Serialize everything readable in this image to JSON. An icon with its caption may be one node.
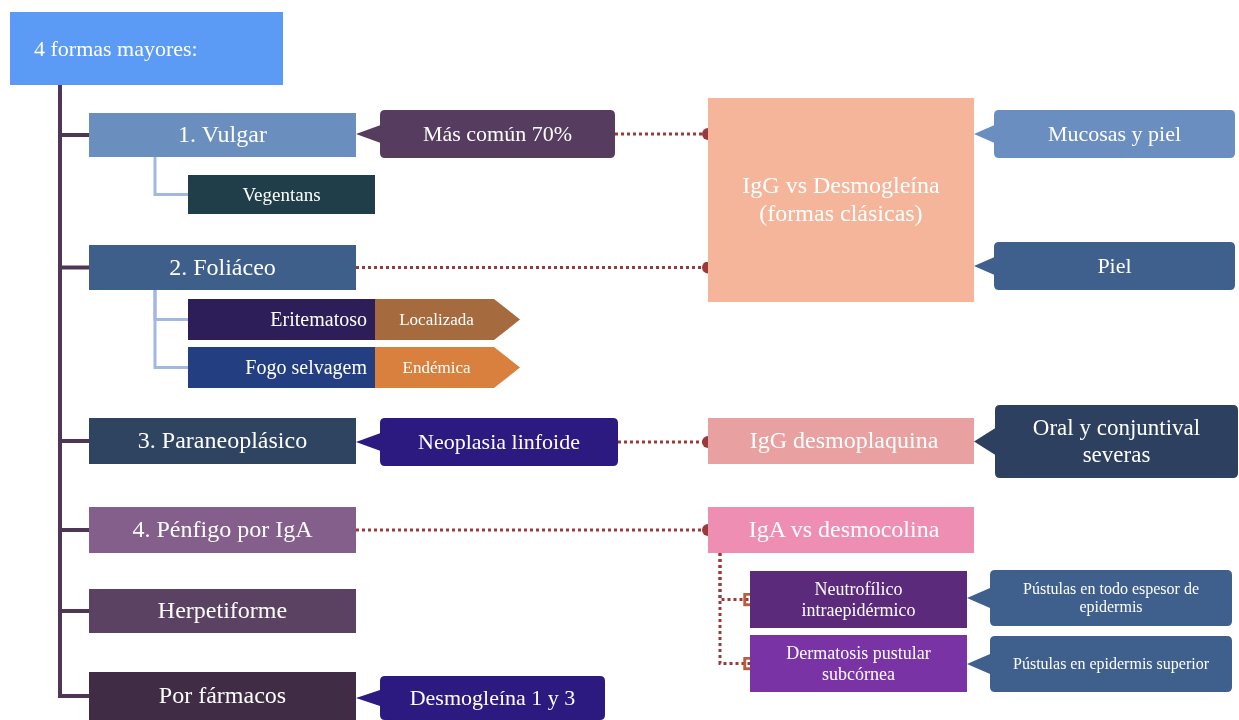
{
  "diagram": {
    "nodes": [
      {
        "text": [
          "4 formas mayores:"
        ]
      },
      {
        "text": [
          "1. Vulgar"
        ]
      },
      {
        "text": [
          "Más común 70%"
        ]
      },
      {
        "text": [
          "IgG vs Desmogleína (formas clásicas)"
        ]
      },
      {
        "text": [
          "Mucosas y piel"
        ]
      },
      {
        "text": [
          "Vegentans"
        ]
      },
      {
        "text": [
          "2. Foliáceo"
        ]
      },
      {
        "text": [
          "Piel"
        ]
      },
      {
        "text": [
          "Eritematoso"
        ]
      },
      {
        "text": [
          "Localizada"
        ]
      },
      {
        "text": [
          "Fogo selvagem"
        ]
      },
      {
        "text": [
          "Endémica"
        ]
      },
      {
        "text": [
          "3. Paraneoplásico"
        ]
      },
      {
        "text": [
          "Neoplasia linfoide"
        ]
      },
      {
        "text": [
          "IgG desmoplaquina"
        ]
      },
      {
        "text": [
          "Oral y conjuntival severas"
        ]
      },
      {
        "text": [
          "4. Pénfigo por IgA"
        ]
      },
      {
        "text": [
          "IgA vs desmocolina"
        ]
      },
      {
        "text": [
          "Neutrofílico intraepidérmico"
        ]
      },
      {
        "text": [
          "Pústulas en todo espesor de epidermis"
        ]
      },
      {
        "text": [
          "Herpetiforme"
        ]
      },
      {
        "text": [
          "Dermatosis pustular subcórnea"
        ]
      },
      {
        "text": [
          "Pústulas en epidermis superior"
        ]
      },
      {
        "text": [
          "Por fármacos"
        ]
      },
      {
        "text": [
          "Desmogleína 1 y 3"
        ]
      }
    ],
    "edges": [
      {
        "from": 0,
        "to": 1,
        "arrow": "none"
      },
      {
        "from": 0,
        "to": 6,
        "arrow": "none"
      },
      {
        "from": 0,
        "to": 12,
        "arrow": "none"
      },
      {
        "from": 0,
        "to": 16,
        "arrow": "none"
      },
      {
        "from": 0,
        "to": 20,
        "arrow": "none"
      },
      {
        "from": 0,
        "to": 23,
        "arrow": "none"
      },
      {
        "from": 1,
        "to": 5,
        "arrow": "none",
        "color": "#a3b8e0"
      },
      {
        "from": 6,
        "to": 8,
        "arrow": "none",
        "color": "#a3b8e0"
      },
      {
        "from": 6,
        "to": 10,
        "arrow": "none",
        "color": "#a3b8e0"
      },
      {
        "from": 2,
        "to": 3,
        "arrow": "other",
        "style": "dashed",
        "color": "#9b3a3a"
      },
      {
        "from": 6,
        "to": 3,
        "arrow": "other",
        "style": "dashed",
        "color": "#9b3a3a"
      },
      {
        "from": 13,
        "to": 14,
        "arrow": "other",
        "style": "dashed",
        "color": "#9b3a3a"
      },
      {
        "from": 16,
        "to": 17,
        "arrow": "other",
        "style": "dashed",
        "color": "#9b3a3a"
      },
      {
        "from": 17,
        "to": 18,
        "arrow": "other",
        "style": "dashed",
        "color": "#9b3a3a"
      },
      {
        "from": 17,
        "to": 21,
        "arrow": "other",
        "style": "dashed",
        "color": "#9b3a3a"
      }
    ]
  }
}
